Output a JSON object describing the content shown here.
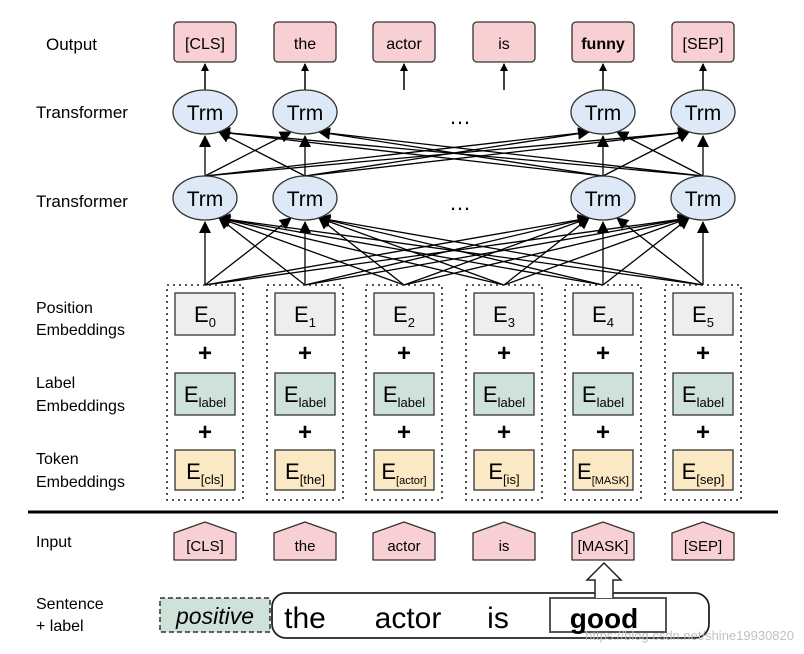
{
  "row_labels": {
    "output": "Output",
    "transformer_top": "Transformer",
    "transformer_bottom": "Transformer",
    "position": [
      "Position",
      "Embeddings"
    ],
    "label": [
      "Label",
      "Embeddings"
    ],
    "token": [
      "Token",
      "Embeddings"
    ],
    "input": "Input",
    "sentence": [
      "Sentence",
      "+ label"
    ]
  },
  "outputs": [
    "[CLS]",
    "the",
    "actor",
    "is",
    "funny",
    "[SEP]"
  ],
  "bold_output_index": 4,
  "trm_label": "Trm",
  "ellipsis": "…",
  "position_embeddings": [
    {
      "base": "E",
      "sub": "0"
    },
    {
      "base": "E",
      "sub": "1"
    },
    {
      "base": "E",
      "sub": "2"
    },
    {
      "base": "E",
      "sub": "3"
    },
    {
      "base": "E",
      "sub": "4"
    },
    {
      "base": "E",
      "sub": "5"
    }
  ],
  "label_embedding": {
    "base": "E",
    "sub": "label"
  },
  "token_embeddings": [
    {
      "base": "E",
      "sub": "[cls]"
    },
    {
      "base": "E",
      "sub": "[the]"
    },
    {
      "base": "E",
      "sub": "[actor]"
    },
    {
      "base": "E",
      "sub": "[is]"
    },
    {
      "base": "E",
      "sub": "[MASK]"
    },
    {
      "base": "E",
      "sub": "[sep]"
    }
  ],
  "plus": "+",
  "inputs": [
    "[CLS]",
    "the",
    "actor",
    "is",
    "[MASK]",
    "[SEP]"
  ],
  "sentence": {
    "label": "positive",
    "words": [
      "the",
      "actor",
      "is"
    ],
    "masked_word": "good"
  },
  "watermark": "https://blog.csdn.net/shine19930820",
  "colors": {
    "token_box": "#f8d0d3",
    "trm": "#dde9f7",
    "position": "#eeeeee",
    "label": "#cfe2da",
    "token_emb": "#fbe8c4",
    "label_tag": "#cfe2da"
  }
}
